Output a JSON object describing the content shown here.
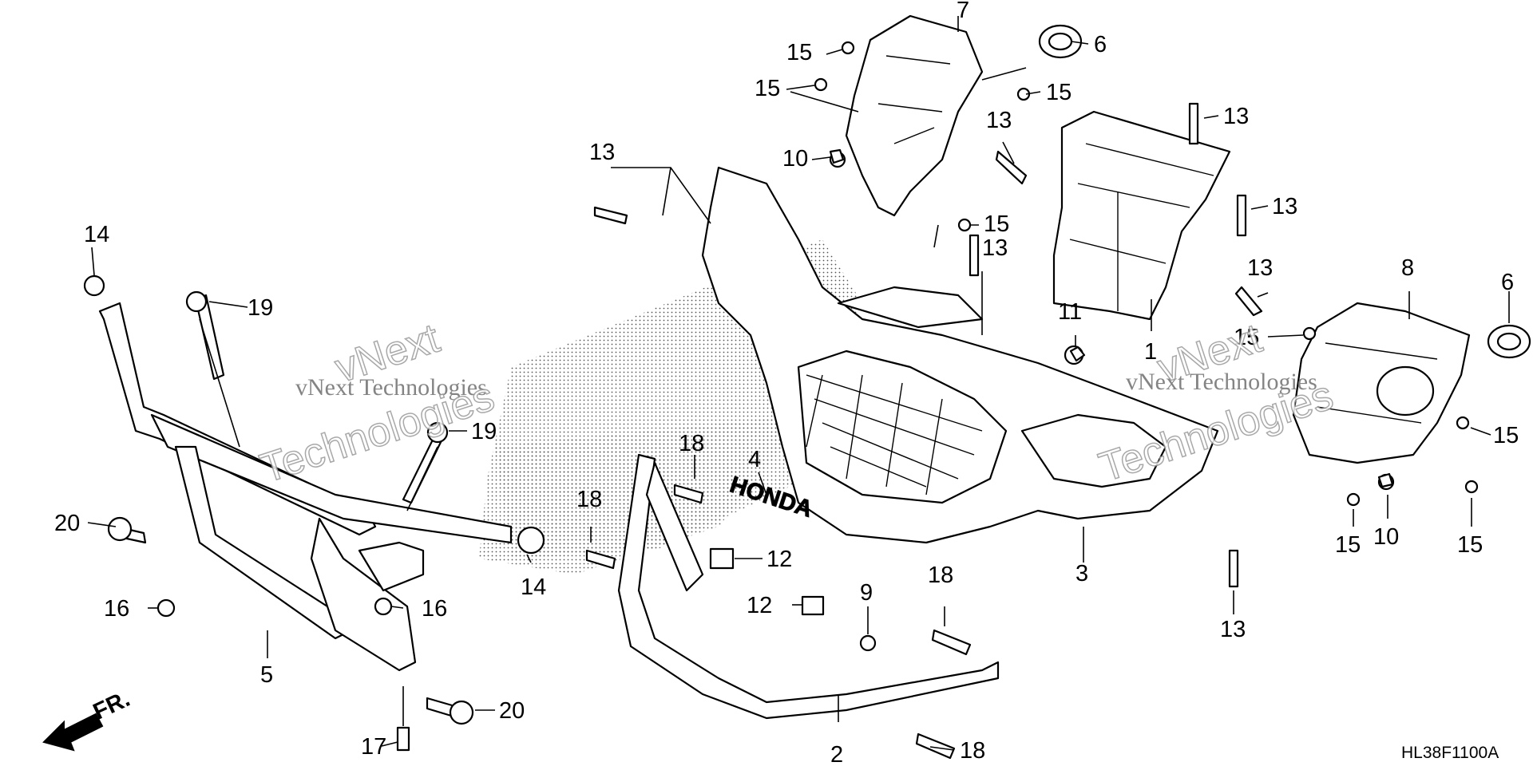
{
  "diagram": {
    "drawing_code": "HL38F1100A",
    "watermark_small": "vNext Technologies",
    "watermark_large_1": "vNext",
    "watermark_large_2": "Technologies",
    "emblem_text": "HONDA",
    "direction_marker": "FR.",
    "callouts": [
      {
        "id": "c7",
        "label": "7"
      },
      {
        "id": "c6a",
        "label": "6"
      },
      {
        "id": "c15a",
        "label": "15"
      },
      {
        "id": "c15b",
        "label": "15"
      },
      {
        "id": "c15c",
        "label": "15"
      },
      {
        "id": "c10a",
        "label": "10"
      },
      {
        "id": "c13a",
        "label": "13"
      },
      {
        "id": "c13b",
        "label": "13"
      },
      {
        "id": "c13c",
        "label": "13"
      },
      {
        "id": "c15d",
        "label": "15"
      },
      {
        "id": "c13d",
        "label": "13"
      },
      {
        "id": "c13e",
        "label": "13"
      },
      {
        "id": "c13f",
        "label": "13"
      },
      {
        "id": "c13g",
        "label": "13"
      },
      {
        "id": "c8",
        "label": "8"
      },
      {
        "id": "c6b",
        "label": "6"
      },
      {
        "id": "c15e",
        "label": "15"
      },
      {
        "id": "c1",
        "label": "1"
      },
      {
        "id": "c11",
        "label": "11"
      },
      {
        "id": "c15f",
        "label": "15"
      },
      {
        "id": "c15g",
        "label": "15"
      },
      {
        "id": "c10b",
        "label": "10"
      },
      {
        "id": "c15h",
        "label": "15"
      },
      {
        "id": "c14a",
        "label": "14"
      },
      {
        "id": "c19a",
        "label": "19"
      },
      {
        "id": "c19b",
        "label": "19"
      },
      {
        "id": "c20a",
        "label": "20"
      },
      {
        "id": "c14b",
        "label": "14"
      },
      {
        "id": "c16a",
        "label": "16"
      },
      {
        "id": "c16b",
        "label": "16"
      },
      {
        "id": "c5",
        "label": "5"
      },
      {
        "id": "c17",
        "label": "17"
      },
      {
        "id": "c20b",
        "label": "20"
      },
      {
        "id": "c18a",
        "label": "18"
      },
      {
        "id": "c4",
        "label": "4"
      },
      {
        "id": "c18b",
        "label": "18"
      },
      {
        "id": "c12a",
        "label": "12"
      },
      {
        "id": "c12b",
        "label": "12"
      },
      {
        "id": "c9",
        "label": "9"
      },
      {
        "id": "c18c",
        "label": "18"
      },
      {
        "id": "c18d",
        "label": "18"
      },
      {
        "id": "c2",
        "label": "2"
      },
      {
        "id": "c3",
        "label": "3"
      },
      {
        "id": "c13h",
        "label": "13"
      }
    ]
  }
}
